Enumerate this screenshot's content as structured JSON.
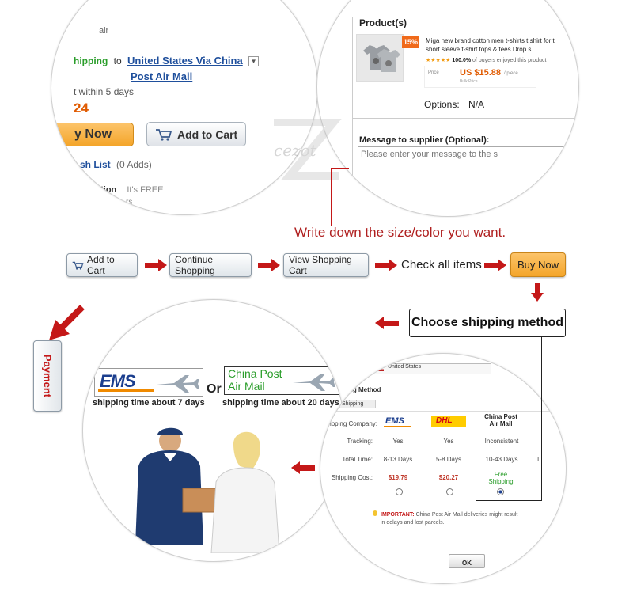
{
  "topleft": {
    "fragment_air": "air",
    "shipping_label": "hipping",
    "to_word": "to",
    "ship_method": "United States Via China",
    "ship_method2": "Post Air Mail",
    "delivery": "t within 5 days",
    "price": "24",
    "buy_now": "y Now",
    "add_to_cart": "Add to Cart",
    "wishlist": "sh List",
    "wishlist_count": "(0 Adds)",
    "protection": "ction",
    "free": "It's FREE",
    "fragment_rs": "rs"
  },
  "topright": {
    "products_header": "Product(s)",
    "discount_badge": "15%",
    "product_title": "Miga new brand cotton men t-shirts t shirt for t",
    "product_title2": "short sleeve t-shirt tops & tees Drop s",
    "rating_text": "100.0%",
    "rating_suffix": " of buyers enjoyed this product",
    "price_label": "Price",
    "price_value": "US $15.88",
    "price_unit": "/ piece",
    "bulk_price": "Bulk Price",
    "options_label": "Options:",
    "options_value": "N/A",
    "message_label": "Message to supplier (Optional):",
    "message_placeholder": "Please enter your message to the s"
  },
  "watermark": "cezot",
  "caption": "Write down the size/color you want.",
  "steps": {
    "add_to_cart": "Add to Cart",
    "continue_shopping": "Continue Shopping",
    "view_cart": "View Shopping Cart",
    "check_items": "Check all items",
    "buy_now": "Buy Now",
    "choose_shipping": "Choose shipping method",
    "payment": "Payment"
  },
  "shipping_left": {
    "ems_logo": "EMS",
    "or": "Or",
    "china_post_line1": "China Post",
    "china_post_line2": "Air Mail",
    "ems_time": "shipping time about 7 days",
    "cp_time": "shipping time about 20 days"
  },
  "shipping_right": {
    "country": "United States",
    "method_header": "pping Method",
    "shipping_tab": "Shipping",
    "company_label": "ipping Company:",
    "tracking_label": "Tracking:",
    "total_time_label": "Total Time:",
    "cost_label": "Shipping Cost:",
    "col_ems": "EMS",
    "col_dhl": "DHL",
    "col_cp": "China Post Air Mail",
    "tracking": [
      "Yes",
      "Yes",
      "Inconsistent"
    ],
    "total_time": [
      "8-13 Days",
      "5-8 Days",
      "10-43 Days"
    ],
    "cost": [
      "$19.79",
      "$20.27",
      "Free Shipping"
    ],
    "important_label": "IMPORTANT:",
    "important_text": "China Post Air Mail deliveries might result in delays and lost parcels.",
    "important_text_line1": "China Post Air Mail deliveries might result",
    "important_text_line2": "in delays and lost parcels.",
    "ok_button": "OK",
    "extra_col_fragment": "I"
  },
  "colors": {
    "arrow_red": "#c41818",
    "price_orange": "#e05a00",
    "buy_now_orange": "#f4a52a",
    "link_blue": "#1f4f9c",
    "ship_green": "#2a9d2a",
    "ems_blue": "#1b3e8e",
    "ems_orange": "#f08a00"
  }
}
